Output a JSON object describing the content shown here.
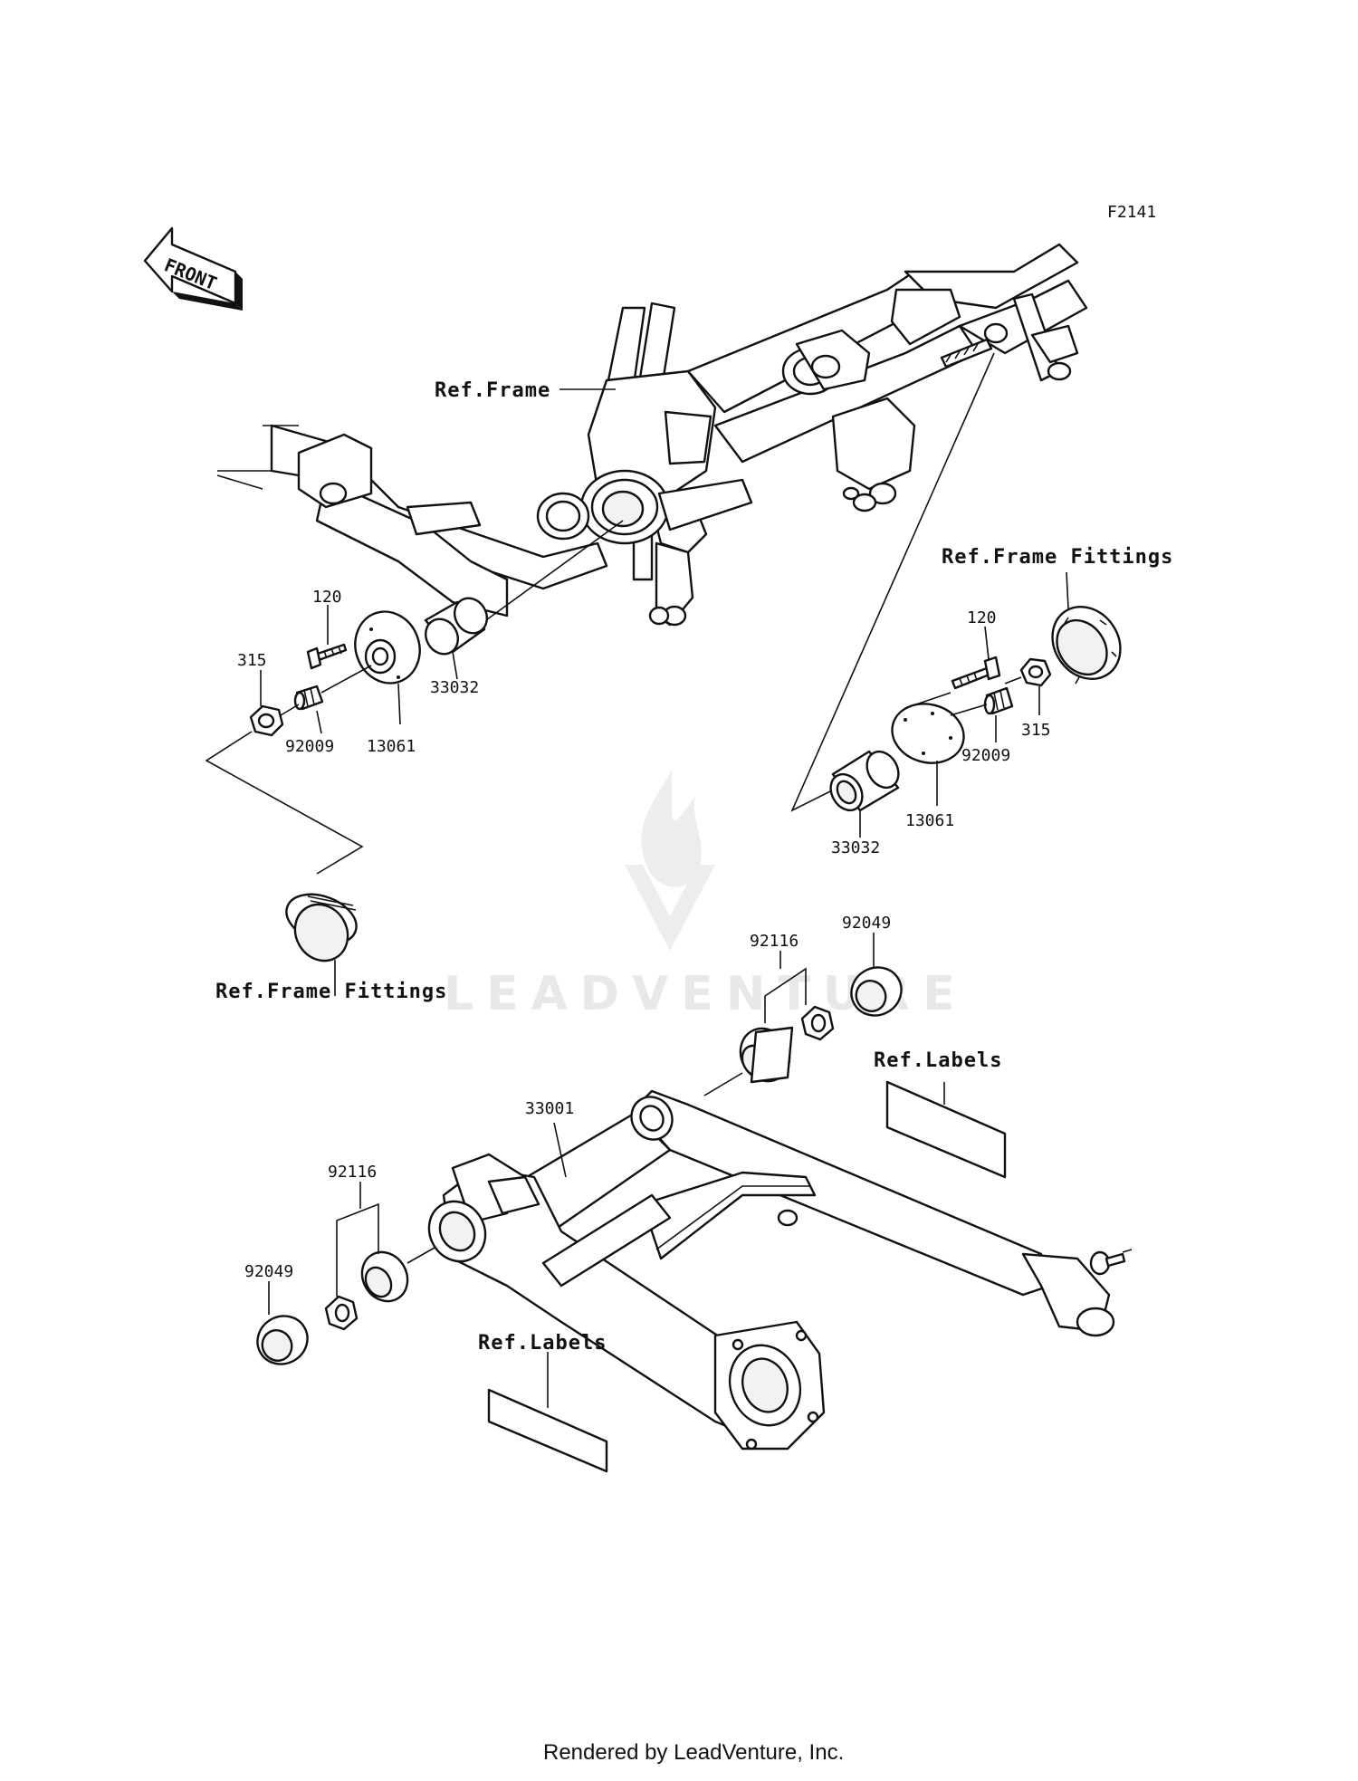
{
  "diagram": {
    "figure_code": "F2141",
    "front_label": "FRONT",
    "watermark": "LEADVENTURE",
    "footer": "Rendered by LeadVenture, Inc.",
    "labels": {
      "ref_frame": "Ref.Frame",
      "ref_frame_fittings_right": "Ref.Frame Fittings",
      "ref_frame_fittings_left": "Ref.Frame Fittings",
      "ref_labels_right": "Ref.Labels",
      "ref_labels_left": "Ref.Labels"
    },
    "left_mount_parts": {
      "p120": "120",
      "p315": "315",
      "p92009": "92009",
      "p13061": "13061",
      "p33032": "33032"
    },
    "right_mount_parts": {
      "p120": "120",
      "p315": "315",
      "p92009": "92009",
      "p13061": "13061",
      "p33032": "33032"
    },
    "swingarm_parts": {
      "p33001": "33001",
      "p92116_right": "92116",
      "p92049_right": "92049",
      "p92116_left": "92116",
      "p92049_left": "92049"
    }
  }
}
